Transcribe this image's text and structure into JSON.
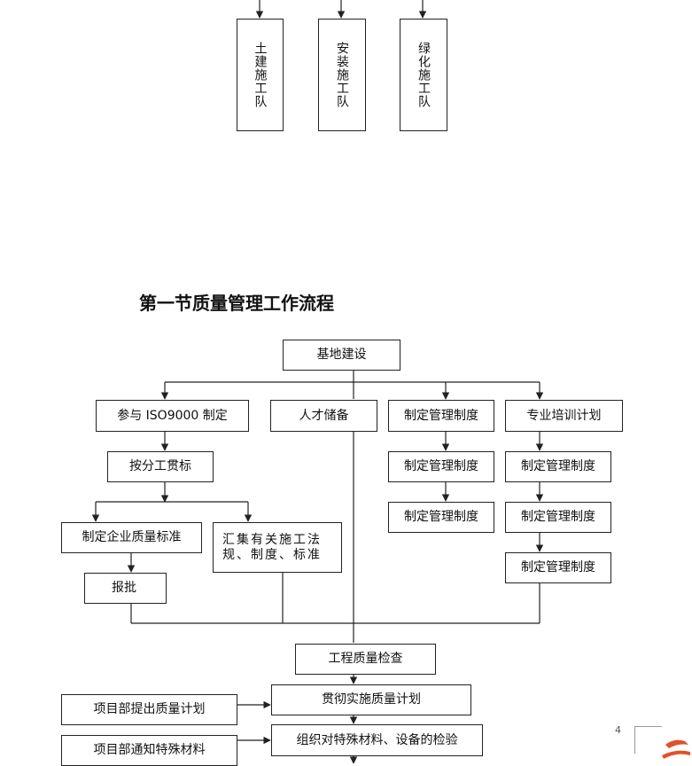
{
  "org_boxes": {
    "civil_team": "土建施工队",
    "install_team": "安装施工队",
    "green_team": "绿化施工队"
  },
  "section_title": "第一节质量管理工作流程",
  "flow": {
    "root": "基地建设",
    "iso": "参与 ISO9000 制定",
    "talent": "人才储备",
    "mgmt_col3_1": "制定管理制度",
    "training": "专业培训计划",
    "assign": "按分工贯标",
    "mgmt_col3_2": "制定管理制度",
    "mgmt_col4_2": "制定管理制度",
    "mgmt_col3_3": "制定管理制度",
    "mgmt_col4_3": "制定管理制度",
    "enterprise_std": "制定企业质量标准",
    "collect_line1": "汇集有关施工法",
    "collect_line2": "规、制度、标准",
    "mgmt_col4_4": "制定管理制度",
    "approve": "报批",
    "inspection": "工程质量检查",
    "project_plan": "项目部提出质量计划",
    "implement_plan": "贯彻实施质量计划",
    "notify_materials": "项目部通知特殊材料",
    "inspect_materials": "组织对特殊材料、设备的检验"
  },
  "page_number": "4",
  "colors": {
    "line": "#222222",
    "mark": "#e0502a"
  }
}
